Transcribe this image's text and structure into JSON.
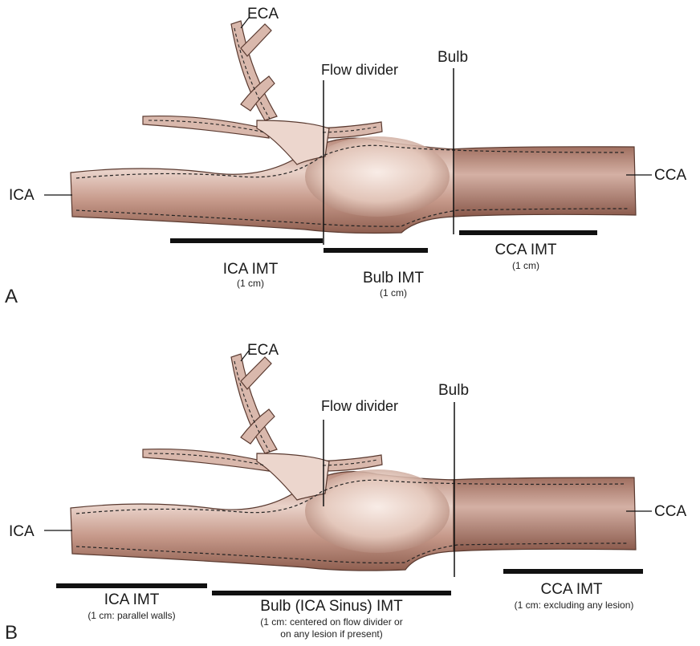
{
  "panels": [
    {
      "letter": "A",
      "labels": {
        "eca": "ECA",
        "flow_divider": "Flow divider",
        "bulb": "Bulb",
        "ica": "ICA",
        "cca": "CCA"
      },
      "segments": {
        "ica_imt": {
          "title": "ICA IMT",
          "note": "(1 cm)"
        },
        "bulb_imt": {
          "title": "Bulb IMT",
          "note": "(1 cm)"
        },
        "cca_imt": {
          "title": "CCA IMT",
          "note": "(1 cm)"
        }
      }
    },
    {
      "letter": "B",
      "labels": {
        "eca": "ECA",
        "flow_divider": "Flow divider",
        "bulb": "Bulb",
        "ica": "ICA",
        "cca": "CCA"
      },
      "segments": {
        "ica_imt": {
          "title": "ICA IMT",
          "note": "(1 cm: parallel walls)"
        },
        "bulb_imt": {
          "title": "Bulb (ICA Sinus) IMT",
          "note_line1": "(1 cm: centered on flow divider or",
          "note_line2": "on any lesion if present)"
        },
        "cca_imt": {
          "title": "CCA IMT",
          "note": "(1 cm: excluding any lesion)"
        }
      }
    }
  ],
  "colors": {
    "vessel_dark": "#9c6a5a",
    "vessel_light": "#f6e8e2",
    "vessel_outline": "#5a3a30",
    "ink": "#111111"
  }
}
